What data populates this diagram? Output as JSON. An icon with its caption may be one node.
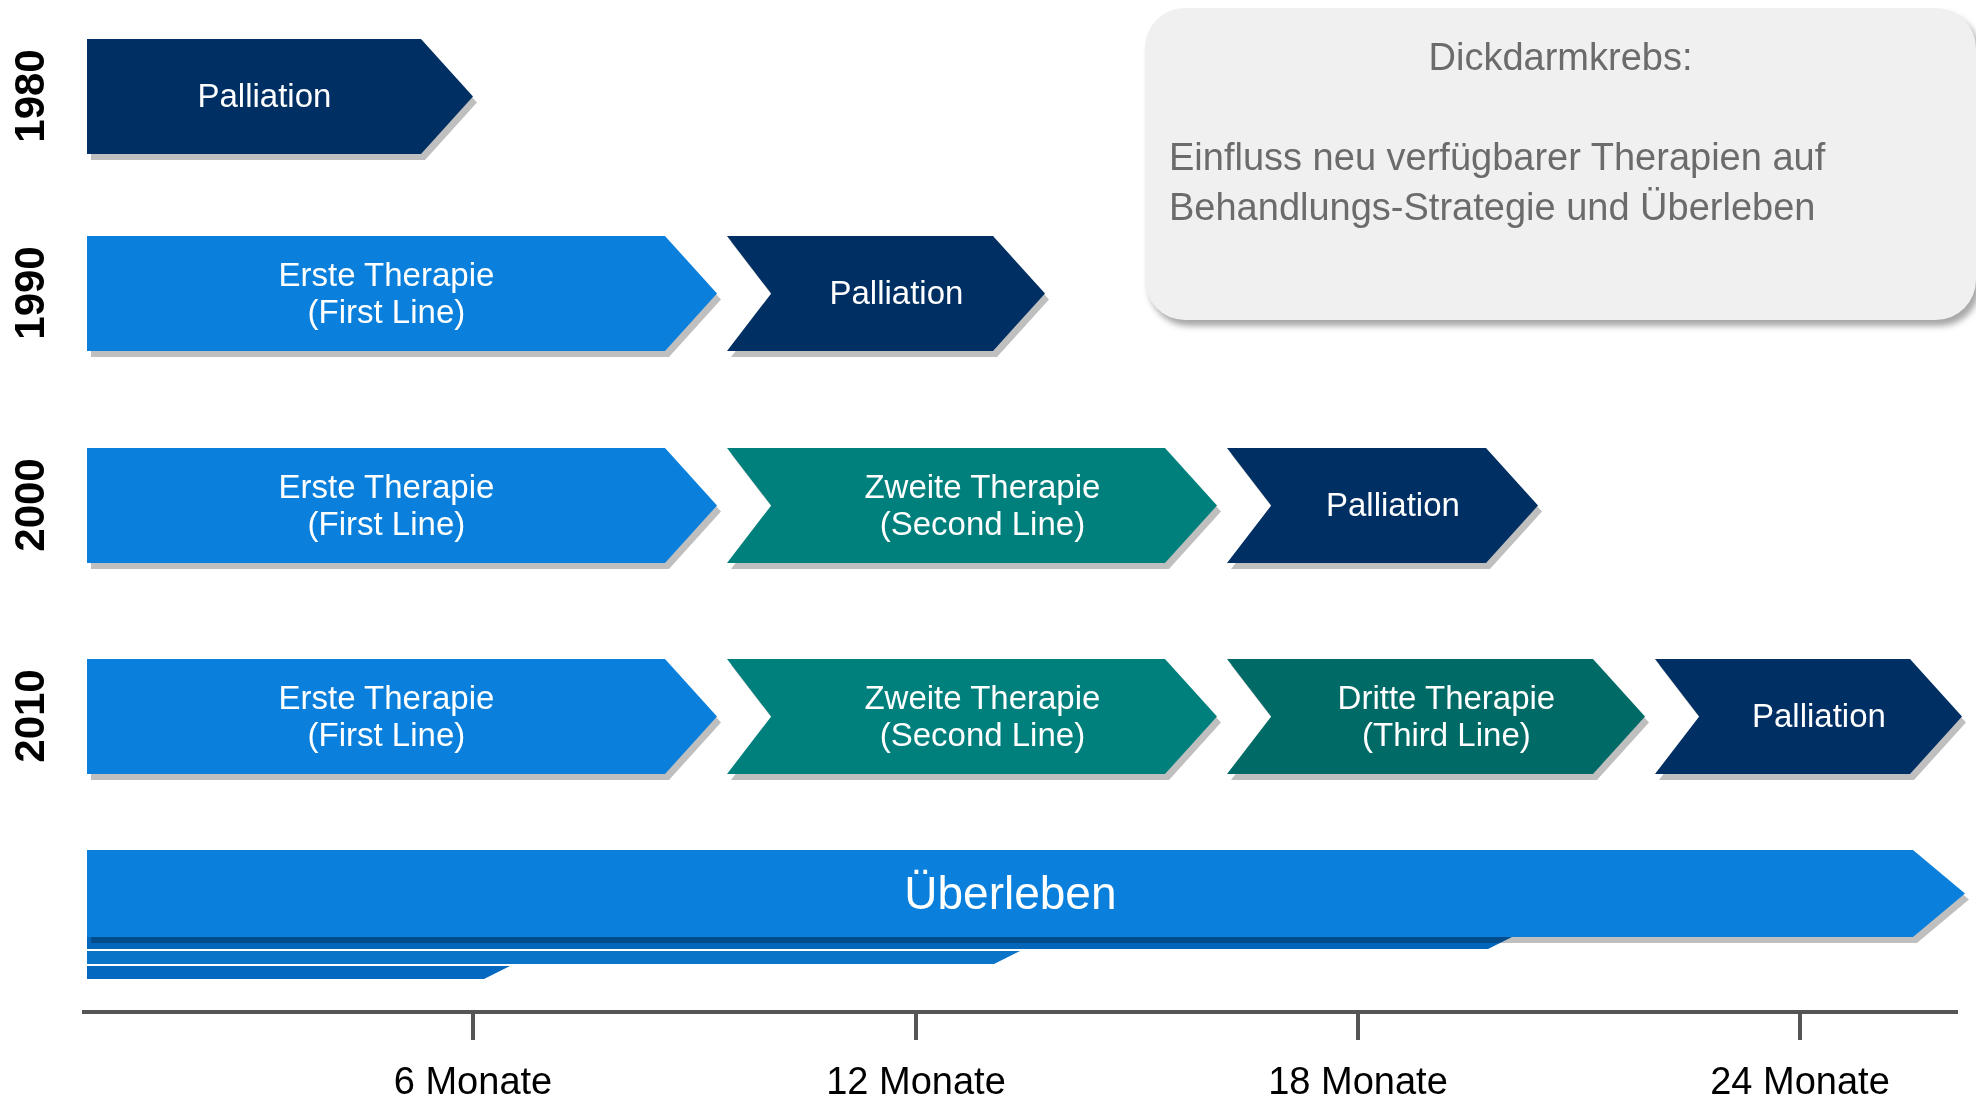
{
  "diagram": {
    "nodes": [
      {
        "text": [
          "Palliation"
        ]
      },
      {
        "text": [
          "Dickdarmkrebs:",
          "Einfluss neu verfügbarer Therapien auf Behandlungs-Strategie und Überleben"
        ]
      },
      {
        "text": [
          "Erste Therapie (First Line)"
        ]
      },
      {
        "text": [
          "Palliation"
        ]
      },
      {
        "text": [
          "Erste Therapie (First Line)"
        ]
      },
      {
        "text": [
          "Zweite Therapie (Second Line)"
        ]
      },
      {
        "text": [
          "Palliation"
        ]
      },
      {
        "text": [
          "Erste Therapie (First Line)"
        ]
      },
      {
        "text": [
          "Zweite Therapie (Second Line)"
        ]
      },
      {
        "text": [
          "Dritte Therapie (Third Line)"
        ]
      },
      {
        "text": [
          "Palliation"
        ]
      },
      {
        "text": [
          "Überleben"
        ]
      },
      {
        "text": [],
        "shape": "bar"
      },
      {
        "text": [],
        "shape": "bar"
      },
      {
        "text": [],
        "shape": "bar"
      }
    ],
    "labels": [
      "1980",
      "1990",
      "2000",
      "2010",
      "6 Monate",
      "12 Monate",
      "18 Monate",
      "24 Monate"
    ]
  }
}
